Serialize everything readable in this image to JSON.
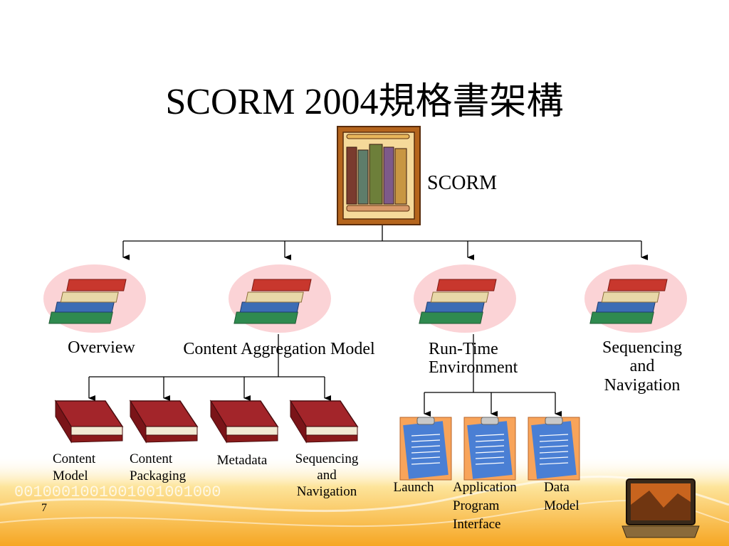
{
  "slide": {
    "title": "SCORM 2004規格書架構",
    "number": "7"
  },
  "root": {
    "label": "SCORM",
    "icon": "bookshelf-icon"
  },
  "books": [
    {
      "id": "overview",
      "label": "Overview"
    },
    {
      "id": "cam",
      "label": "Content Aggregation Model"
    },
    {
      "id": "rte",
      "label_line1": "Run-Time",
      "label_line2": "Environment"
    },
    {
      "id": "sn",
      "label_line1": "Sequencing",
      "label_line2": "and",
      "label_line3": "Navigation"
    }
  ],
  "cam_children": [
    {
      "line1": "Content",
      "line2": "Model"
    },
    {
      "line1": "Content",
      "line2": "Packaging"
    },
    {
      "line1": "Metadata"
    },
    {
      "line1": "Sequencing",
      "line2": "and",
      "line3": "Navigation"
    }
  ],
  "rte_children": [
    {
      "line1": "Launch"
    },
    {
      "line1": "Application",
      "line2": "Program",
      "line3": "Interface"
    },
    {
      "line1": "Data",
      "line2": "Model"
    }
  ],
  "colors": {
    "line": "#000000",
    "footer_orange": "#f6a623",
    "footer_yellow": "#fde49a",
    "book_red": "#8b1a1a",
    "clipboard_orange": "#f8a45a",
    "clipboard_blue": "#4a7fd4"
  },
  "footer_binary": "0010001001001001001000"
}
